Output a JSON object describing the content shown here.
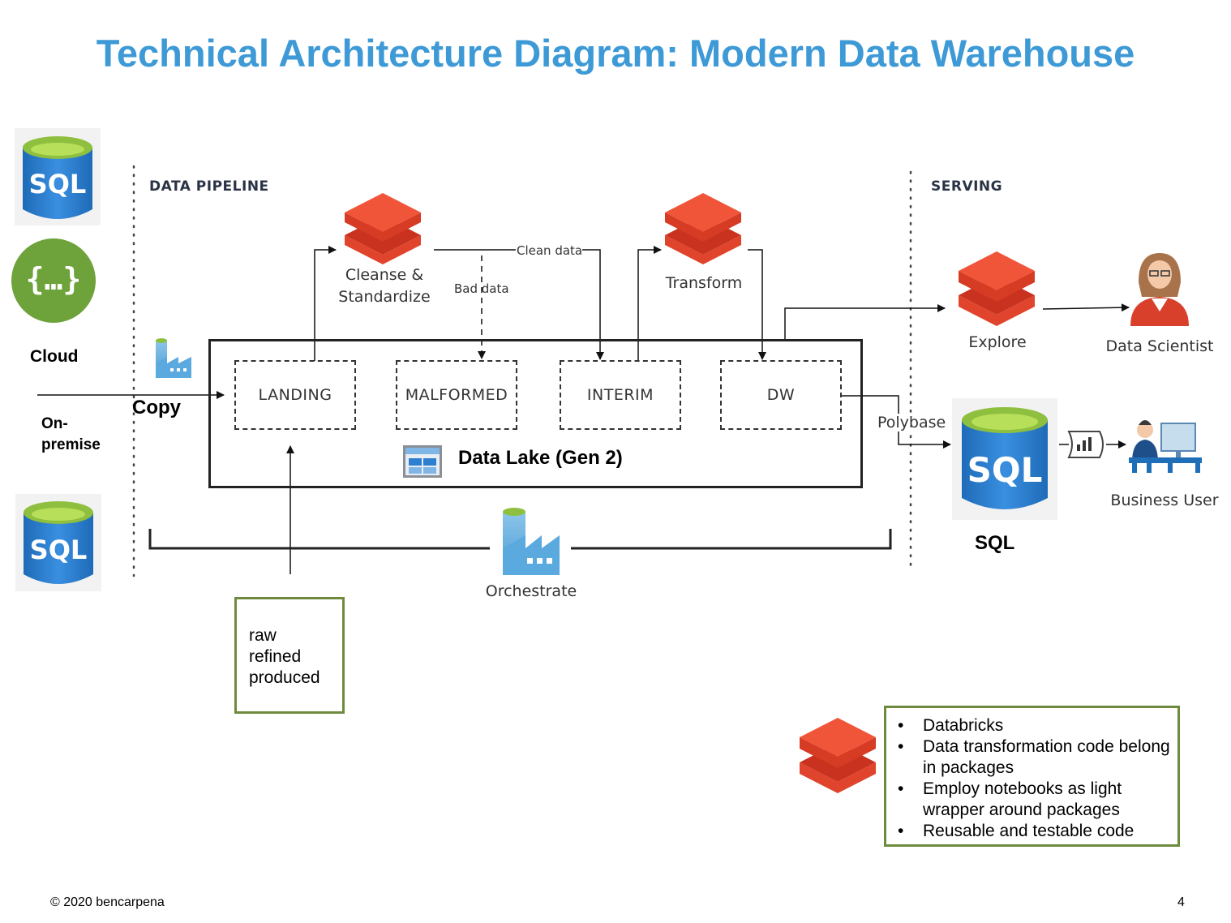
{
  "title": "Technical Architecture Diagram: Modern Data Warehouse",
  "left_sources": {
    "cloud_label": "Cloud",
    "onprem_label": "On-\npremise",
    "copy_label": "Copy",
    "sql_text": "SQL",
    "api_text": "{…}"
  },
  "pipeline": {
    "header": "DATA PIPELINE",
    "cleanse_label_line1": "Cleanse &",
    "cleanse_label_line2": "Standardize",
    "transform_label": "Transform",
    "clean_data_label": "Clean data",
    "bad_data_label": "Bad data",
    "zones": [
      "LANDING",
      "MALFORMED",
      "INTERIM",
      "DW"
    ],
    "lake_label": "Data Lake (Gen 2)",
    "orchestrate_label": "Orchestrate"
  },
  "serving": {
    "header": "SERVING",
    "explore_label": "Explore",
    "data_scientist_label": "Data Scientist",
    "polybase_label": "Polybase",
    "sql_db_text": "SQL",
    "sql_caption": "SQL",
    "business_user_label": "Business User"
  },
  "layers_note": {
    "lines": [
      "raw",
      "refined",
      "produced"
    ]
  },
  "databricks_note": {
    "bullets": [
      "Databricks",
      "Data transformation code belong in packages",
      "Employ notebooks as light wrapper around packages",
      "Reusable and testable code"
    ]
  },
  "footer": {
    "copyright": "© 2020 bencarpena",
    "page_number": "4"
  },
  "colors": {
    "title": "#3d9ad6",
    "sql_blue": "#2d7fd0",
    "sql_top": "#9acd32",
    "databricks_red": "#e0442c",
    "api_green": "#6ea23a",
    "note_border": "#6e8b3d"
  }
}
